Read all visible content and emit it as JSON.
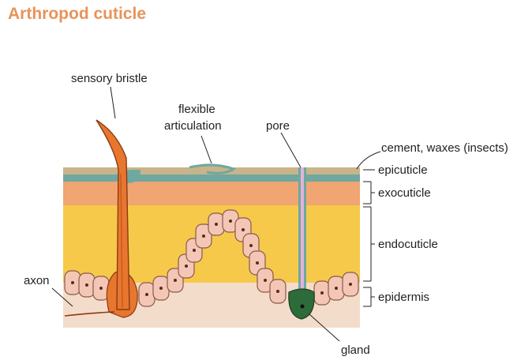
{
  "title": "Arthropod cuticle",
  "labels": {
    "sensory_bristle": "sensory bristle",
    "flexible_line1": "flexible",
    "flexible_line2": "articulation",
    "pore": "pore",
    "cement": "cement, waxes (insects)",
    "epicuticle": "epicuticle",
    "exocuticle": "exocuticle",
    "endocuticle": "endocuticle",
    "epidermis": "epidermis",
    "axon": "axon",
    "gland": "gland"
  },
  "colors": {
    "title": "#e8935a",
    "cement_layer": "#c9b48a",
    "epicuticle": "#6fa8a0",
    "exocuticle": "#f0a572",
    "endocuticle": "#f6c94a",
    "epidermis_cell": "#f4c6b6",
    "tissue": "#f4dccb",
    "bristle": "#e8762e",
    "gland": "#2e6b3a",
    "pore_canal": "#e3b3d8"
  }
}
